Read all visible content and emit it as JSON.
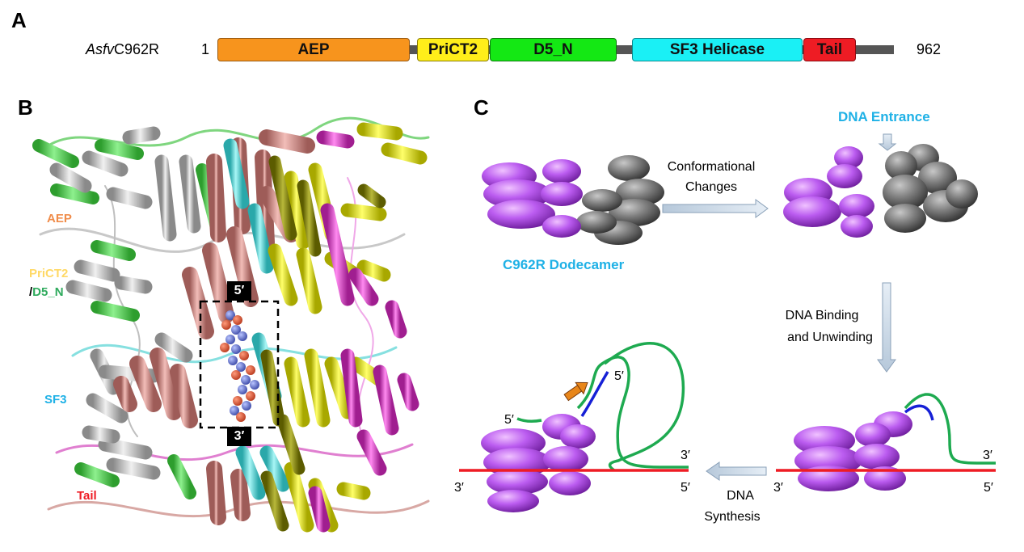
{
  "panels": {
    "a": "A",
    "b": "B",
    "c": "C"
  },
  "domain_map": {
    "protein": "C962R",
    "protein_prefix": "Asfv",
    "start": "1",
    "end": "962",
    "domains": [
      {
        "label": "AEP",
        "color": "#f7941d"
      },
      {
        "label": "PriCT2",
        "color": "#ffee1a"
      },
      {
        "label": "D5_N",
        "color": "#14e814"
      },
      {
        "label": "SF3 Helicase",
        "color": "#1af0f5"
      },
      {
        "label": "Tail",
        "color": "#ee1c24"
      }
    ]
  },
  "structure_labels": {
    "aep": {
      "text": "AEP",
      "color": "#f08c4a"
    },
    "prict2": {
      "text": "PriCT2",
      "color": "#ffd966"
    },
    "slash": "/",
    "d5n": {
      "text": "D5_N",
      "color": "#2eaa5c"
    },
    "sf3": {
      "text": "SF3",
      "color": "#1fb1e6"
    },
    "tail": {
      "text": "Tail",
      "color": "#ee1c24"
    },
    "five_prime": "5′",
    "three_prime": "3′"
  },
  "model": {
    "dodecamer_label": "C962R Dodecamer",
    "dna_entrance": "DNA Entrance",
    "step1": [
      "Conformational",
      "Changes"
    ],
    "step2": [
      "DNA Binding",
      "and Unwinding"
    ],
    "step3": [
      "DNA",
      "Synthesis"
    ],
    "end_5": "5′",
    "end_3": "3′"
  }
}
